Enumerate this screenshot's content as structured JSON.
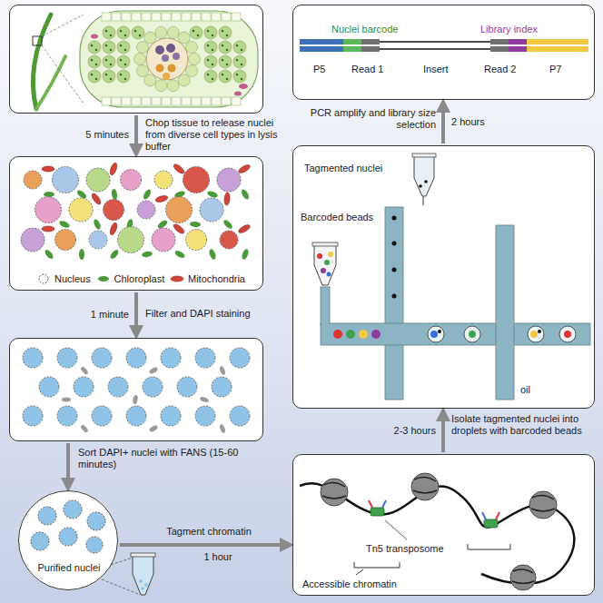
{
  "diagram": {
    "nodes": [
      {
        "text": []
      },
      {
        "text": []
      },
      {
        "text": []
      },
      {
        "text": [
          "Purified nuclei"
        ]
      },
      {
        "text": [
          "Tn5 transposome",
          "Accessible chromatin"
        ]
      },
      {
        "text": [
          "Tagmented nuclei",
          "Barcoded beads",
          "oil"
        ]
      },
      {
        "text": [
          "Nuclei barcode",
          "Library index",
          "P5",
          "Read 1",
          "Insert",
          "Read 2",
          "P7"
        ]
      }
    ],
    "edges": [
      {
        "from": 0,
        "to": 1,
        "arrow": "to",
        "label": "Chop tissue to release nuclei from diverse cell types in lysis buffer"
      },
      {
        "from": 1,
        "to": 2,
        "arrow": "to",
        "label": "Filter and DAPI staining"
      },
      {
        "from": 2,
        "to": 3,
        "arrow": "to",
        "label": "Sort DAPI+ nuclei with FANS (15-60 minutes)"
      },
      {
        "from": 3,
        "to": 4,
        "arrow": "to",
        "label": "Tagment chromatin"
      },
      {
        "from": 4,
        "to": 5,
        "arrow": "to",
        "label": "Isolate tagmented nuclei into droplets with barcoded beads"
      },
      {
        "from": 5,
        "to": 6,
        "arrow": "to",
        "label": "PCR amplify and library size selection"
      }
    ],
    "labels": [
      "5 minutes",
      "1 minute",
      "1 hour",
      "2-3 hours",
      "2 hours"
    ],
    "legend": [
      {
        "text": "Nucleus"
      },
      {
        "text": "Chloroplast"
      },
      {
        "text": "Mitochondria"
      }
    ]
  }
}
